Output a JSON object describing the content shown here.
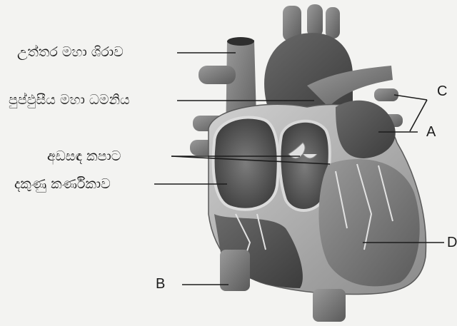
{
  "labels": {
    "superior_vena_cava": "උත්තර මහා ශිරාව",
    "pulmonary_artery": "පුප්ඵුසීය මහා ධමනිය",
    "semilunar_valve": "අඩසඳ කපාට",
    "right_atrium": "දකුණු කර්ණිකාව"
  },
  "letters": {
    "a": "A",
    "b": "B",
    "c": "C",
    "d": "D"
  },
  "colors": {
    "background": "#f3f3f1",
    "ink": "#1c1c1c",
    "tissue_dark": "#4a4a4a",
    "tissue_mid": "#7a7a7a",
    "tissue_light": "#b5b5b5"
  }
}
